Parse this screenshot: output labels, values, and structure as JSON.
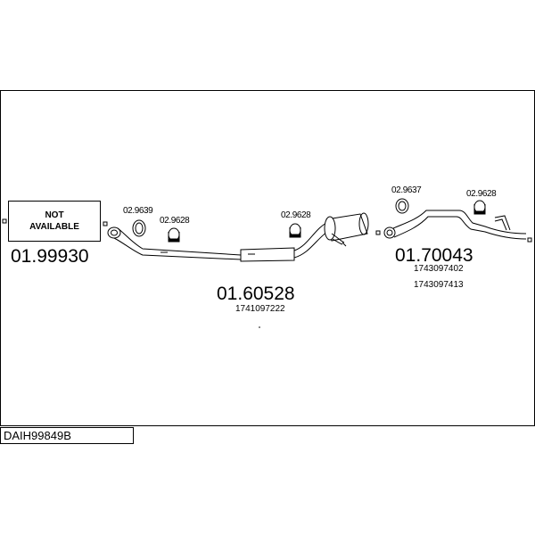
{
  "not_available": {
    "line1": "NOT",
    "line2": "AVAILABLE",
    "part_number": "01.99930"
  },
  "middle_pipe": {
    "part_number": "01.60528",
    "oe_number": "1741097222"
  },
  "rear_silencer": {
    "part_number": "01.70043",
    "oe_numbers": [
      "1743097402",
      "1743097413"
    ]
  },
  "accessories": {
    "ring_front": "02.9639",
    "clamp_front": "02.9628",
    "clamp_middle": "02.9628",
    "ring_rear": "02.9637",
    "clamp_rear": "02.9628"
  },
  "footer": {
    "code": "DAIH99849B"
  }
}
